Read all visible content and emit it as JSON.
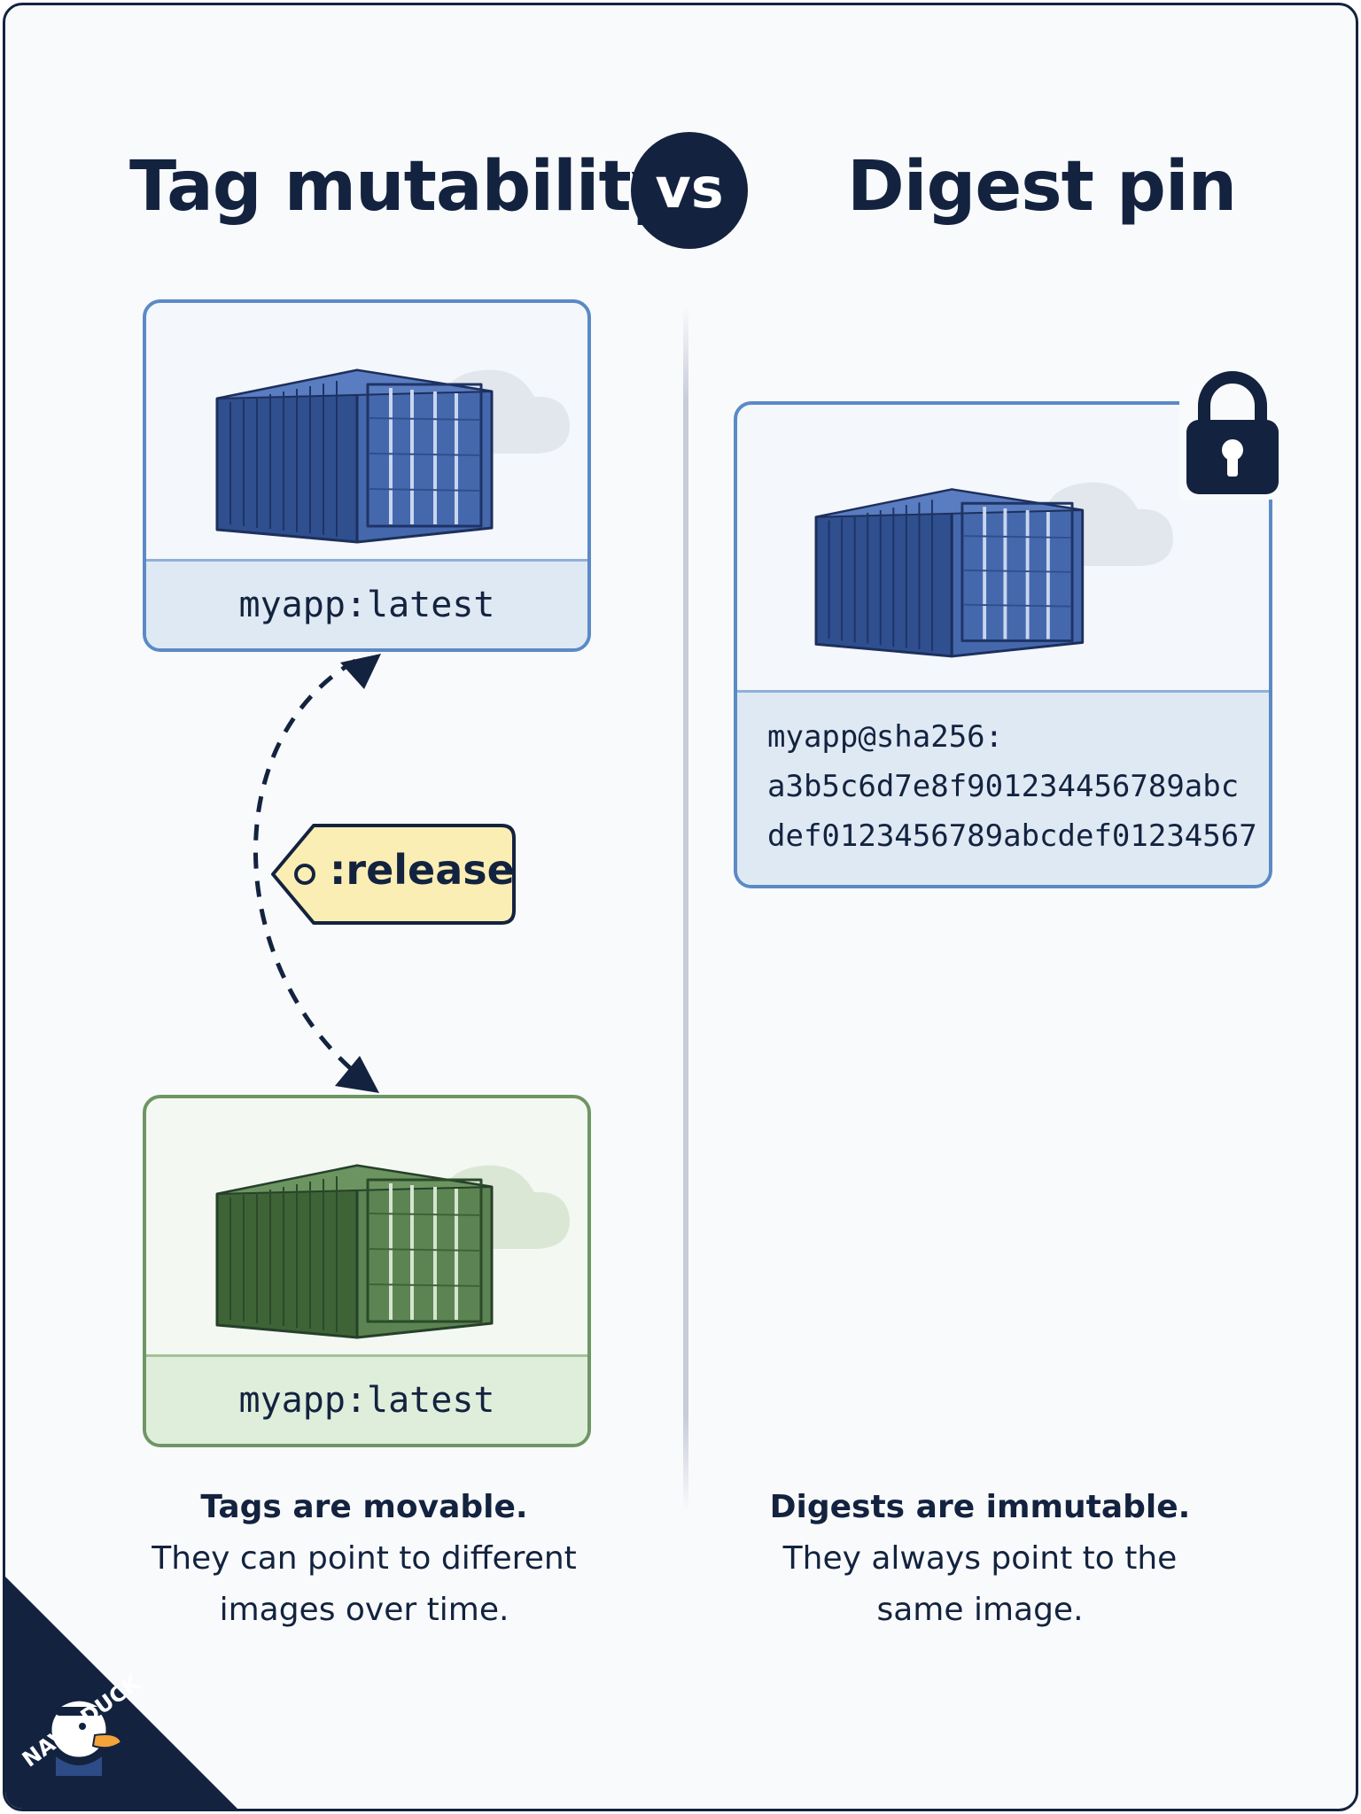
{
  "header": {
    "left_title": "Tag mutability",
    "vs_label": "vs",
    "right_title": "Digest pin"
  },
  "left": {
    "top_card_label": "myapp:latest",
    "tag_label": ":release",
    "bottom_card_label": "myapp:latest",
    "caption_bold": "Tags are movable.",
    "caption_line1": "They can point to different",
    "caption_line2": "images over time."
  },
  "right": {
    "digest_line1": "myapp@sha256:",
    "digest_line2": "a3b5c6d7e8f901234456789abc",
    "digest_line3": "def0123456789abcdef01234567",
    "caption_bold": "Digests are immutable.",
    "caption_line1": "They always point to the",
    "caption_line2": "same image."
  },
  "brand": {
    "name": "NAVY DUCK"
  },
  "colors": {
    "navy": "#13233f",
    "container_blue": "#3a5fa3",
    "container_green": "#4f7a49",
    "tag_yellow": "#fbeeb5",
    "card_blue_border": "#5b8ac5",
    "card_green_border": "#6e9664"
  },
  "icons": [
    "shipping-container-icon",
    "cloud-icon",
    "lock-icon",
    "tag-icon",
    "duck-mascot-icon"
  ]
}
